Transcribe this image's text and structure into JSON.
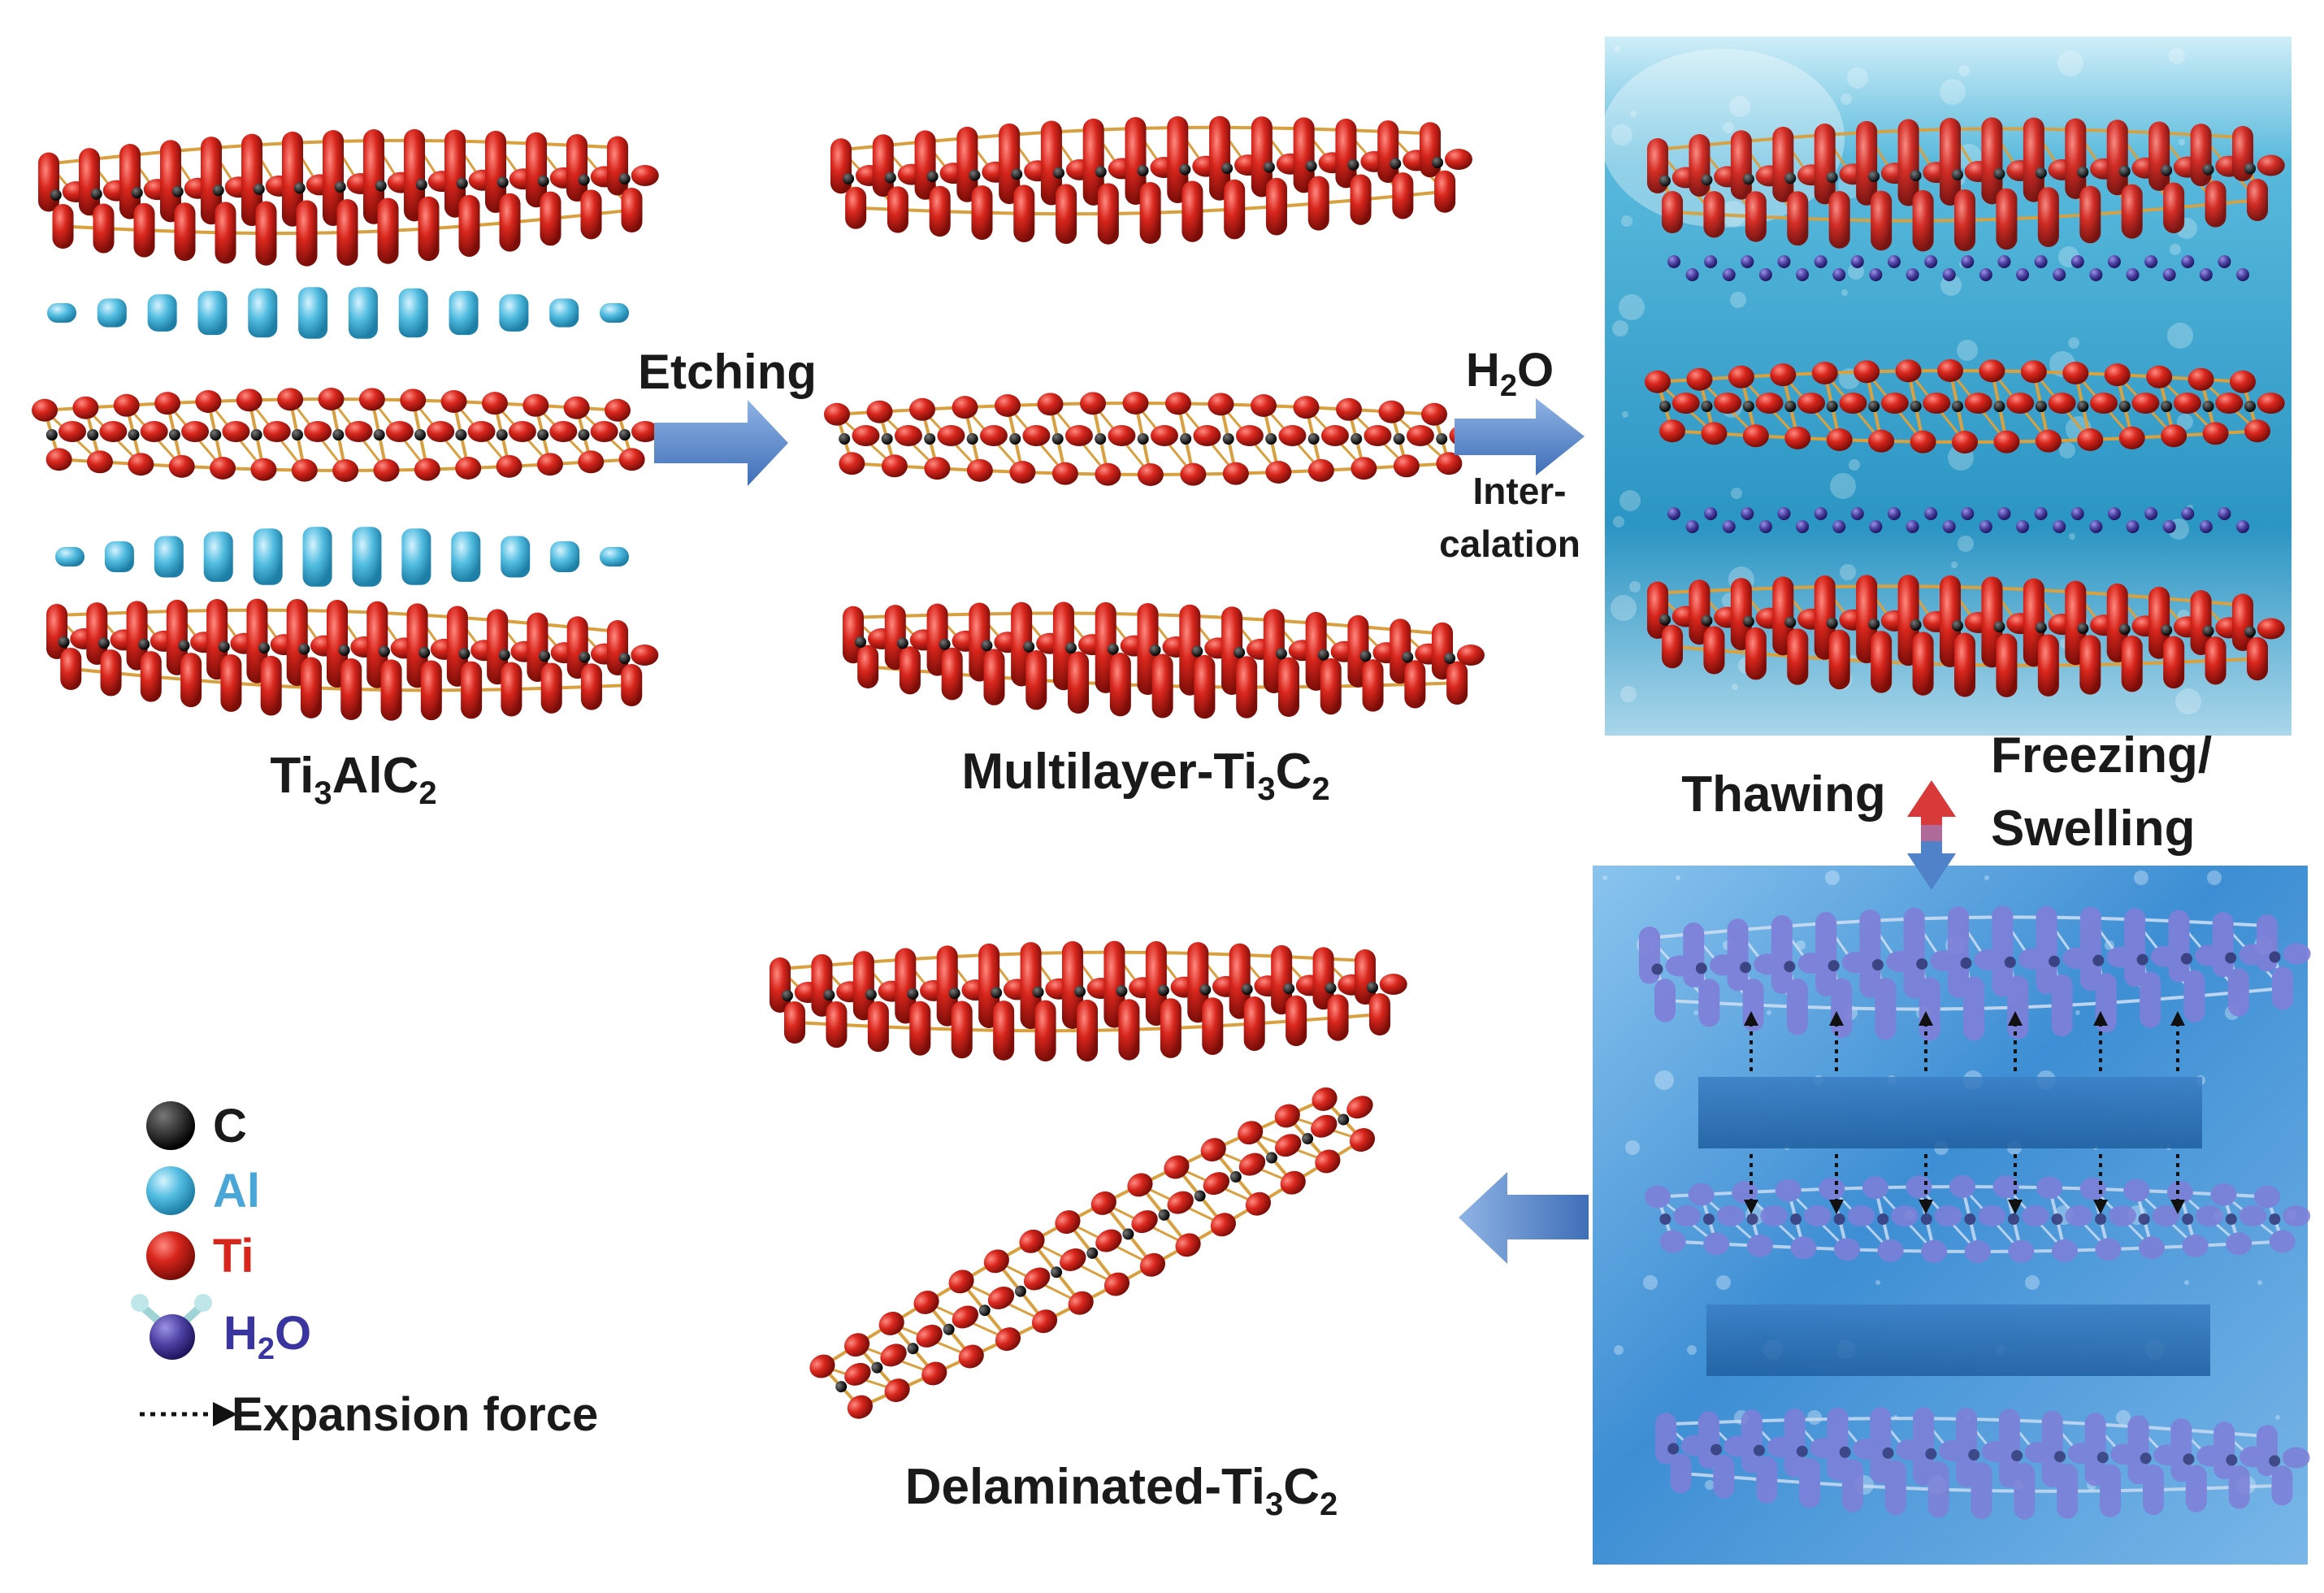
{
  "labels": {
    "ti3alc2": {
      "main": "Ti",
      "sub1": "3",
      "mid": "AlC",
      "sub2": "2"
    },
    "multilayer": {
      "main": "Multilayer-Ti",
      "sub1": "3",
      "mid": "C",
      "sub2": "2"
    },
    "delaminated": {
      "main": "Delaminated-Ti",
      "sub1": "3",
      "mid": "C",
      "sub2": "2"
    },
    "etching": "Etching",
    "h2o_intercalation": {
      "h": "H",
      "sub": "2",
      "o": "O",
      "line1": "Inter-",
      "line2": "calation"
    },
    "thawing": "Thawing",
    "freezing_line1": "Freezing/",
    "freezing_line2": "Swelling"
  },
  "legend": {
    "c": "C",
    "al": "Al",
    "ti": "Ti",
    "h2o": {
      "h": "H",
      "sub": "2",
      "o": "O"
    },
    "expansion": "Expansion force"
  },
  "colors": {
    "ti_atom": "#d8261c",
    "c_atom": "#111111",
    "al_atom": "#52bde0",
    "water_atom": "#4a3fa0",
    "bond": "#d9a040",
    "arrow_blue": "#4f82c9",
    "arrow_red": "#d83a3a",
    "water_bg": "#2e9fc9",
    "ice_bg": "#3f8fd4",
    "legend_al_text": "#4aa6d6",
    "legend_ti_text": "#d8261c",
    "legend_h2o_text": "#3a34a0"
  },
  "icons": {
    "process_arrow": "right-arrow",
    "cycle_arrow": "up-down-arrow",
    "return_arrow": "left-arrow",
    "expansion_arrow": "dotted-arrow"
  }
}
